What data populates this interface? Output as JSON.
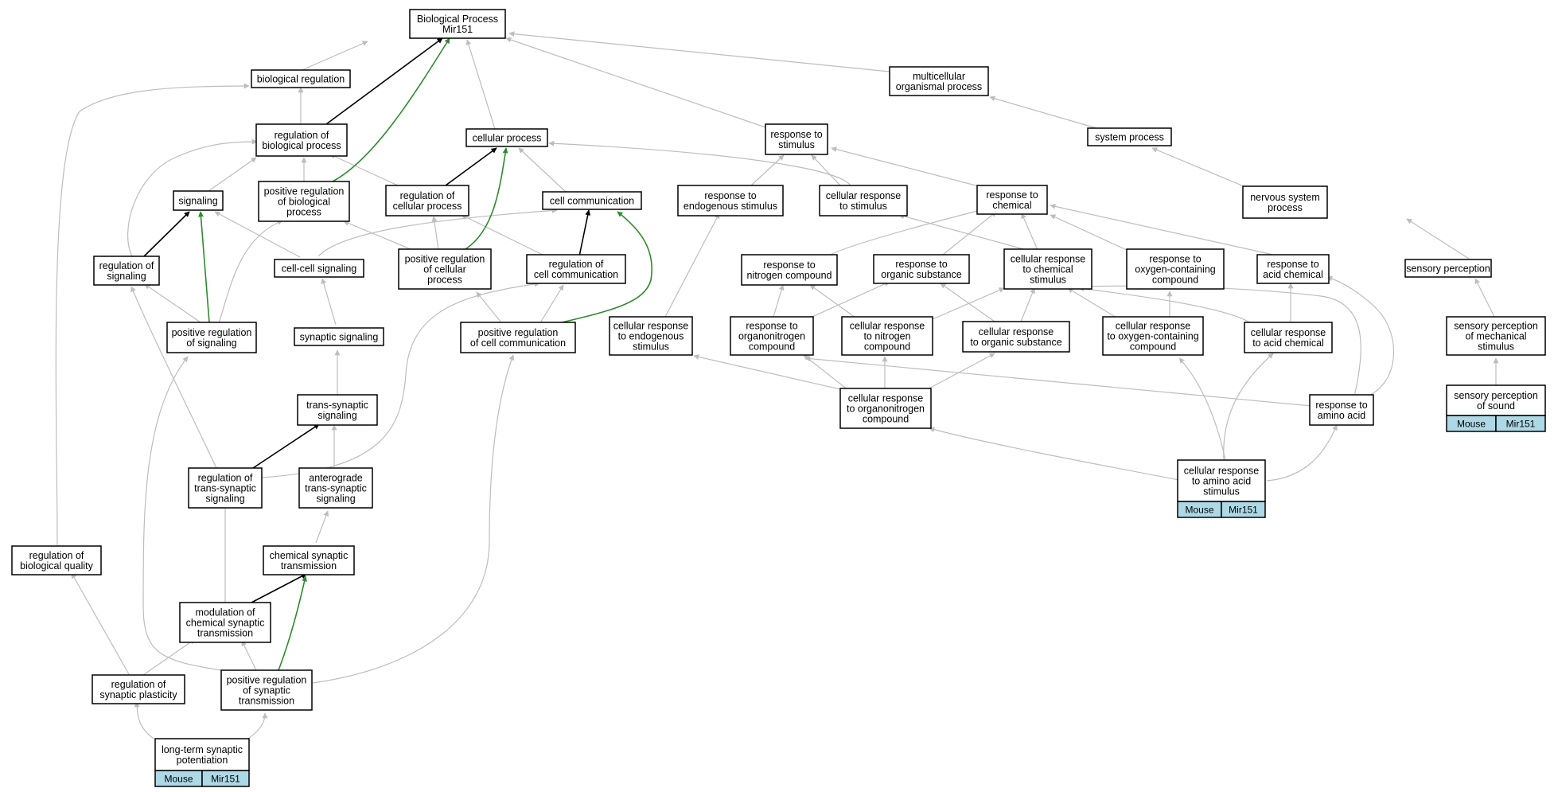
{
  "colors": {
    "grey_edge": "#bdbdbd",
    "black_edge": "#000000",
    "green_edge": "#2e8b2e",
    "tag_fill": "#add8e6"
  },
  "nodes": {
    "bp": [
      "Biological Process",
      "Mir151"
    ],
    "bioreg": [
      "biological regulation"
    ],
    "multi": [
      "multicellular",
      "organismal process"
    ],
    "regbp": [
      "regulation of",
      "biological process"
    ],
    "cellproc": [
      "cellular process"
    ],
    "respstim": [
      "response to",
      "stimulus"
    ],
    "sysproc": [
      "system process"
    ],
    "signaling": [
      "signaling"
    ],
    "posregbp": [
      "positive regulation",
      "of biological",
      "process"
    ],
    "regcell": [
      "regulation of",
      "cellular process"
    ],
    "cellcomm": [
      "cell communication"
    ],
    "respendo": [
      "response to",
      "endogenous stimulus"
    ],
    "cellrespstim": [
      "cellular response",
      "to stimulus"
    ],
    "respchem": [
      "response to",
      "chemical"
    ],
    "nervsys": [
      "nervous system",
      "process"
    ],
    "regsig": [
      "regulation of",
      "signaling"
    ],
    "cellcellsig": [
      "cell-cell signaling"
    ],
    "posregcell": [
      "positive regulation",
      "of cellular",
      "process"
    ],
    "regcellcomm": [
      "regulation of",
      "cell communication"
    ],
    "respnitro": [
      "response to",
      "nitrogen compound"
    ],
    "resporg": [
      "response to",
      "organic substance"
    ],
    "cellrespchem": [
      "cellular response",
      "to chemical",
      "stimulus"
    ],
    "respoxy": [
      "response to",
      "oxygen-containing",
      "compound"
    ],
    "respacid": [
      "response to",
      "acid chemical"
    ],
    "sensperc": [
      "sensory perception"
    ],
    "posregsig": [
      "positive regulation",
      "of signaling"
    ],
    "synsig": [
      "synaptic signaling"
    ],
    "posregcellcomm": [
      "positive regulation",
      "of cell communication"
    ],
    "cellrespendo": [
      "cellular response",
      "to endogenous",
      "stimulus"
    ],
    "respon": [
      "response to",
      "organonitrogen",
      "compound"
    ],
    "cellrespnitro": [
      "cellular response",
      "to nitrogen",
      "compound"
    ],
    "cellresporg": [
      "cellular response",
      "to organic substance"
    ],
    "cellrespoxy": [
      "cellular response",
      "to oxygen-containing",
      "compound"
    ],
    "cellrespacid": [
      "cellular response",
      "to acid chemical"
    ],
    "sensmech": [
      "sensory perception",
      "of mechanical",
      "stimulus"
    ],
    "transsyn": [
      "trans-synaptic",
      "signaling"
    ],
    "cellrespon": [
      "cellular response",
      "to organonitrogen",
      "compound"
    ],
    "respaa": [
      "response to",
      "amino acid"
    ],
    "senssound": [
      "sensory perception",
      "of sound"
    ],
    "regtranssyn": [
      "regulation of",
      "trans-synaptic",
      "signaling"
    ],
    "antero": [
      "anterograde",
      "trans-synaptic",
      "signaling"
    ],
    "cellrespaa": [
      "cellular response",
      "to amino acid",
      "stimulus"
    ],
    "regbq": [
      "regulation of",
      "biological quality"
    ],
    "chemsyn": [
      "chemical synaptic",
      "transmission"
    ],
    "modchem": [
      "modulation of",
      "chemical synaptic",
      "transmission"
    ],
    "regsynplast": [
      "regulation of",
      "synaptic plasticity"
    ],
    "posregsyn": [
      "positive regulation",
      "of synaptic",
      "transmission"
    ],
    "ltp": [
      "long-term synaptic",
      "potentiation"
    ]
  },
  "tags": {
    "senssound": [
      "Mouse",
      "Mir151"
    ],
    "cellrespaa": [
      "Mouse",
      "Mir151"
    ],
    "ltp": [
      "Mouse",
      "Mir151"
    ]
  }
}
